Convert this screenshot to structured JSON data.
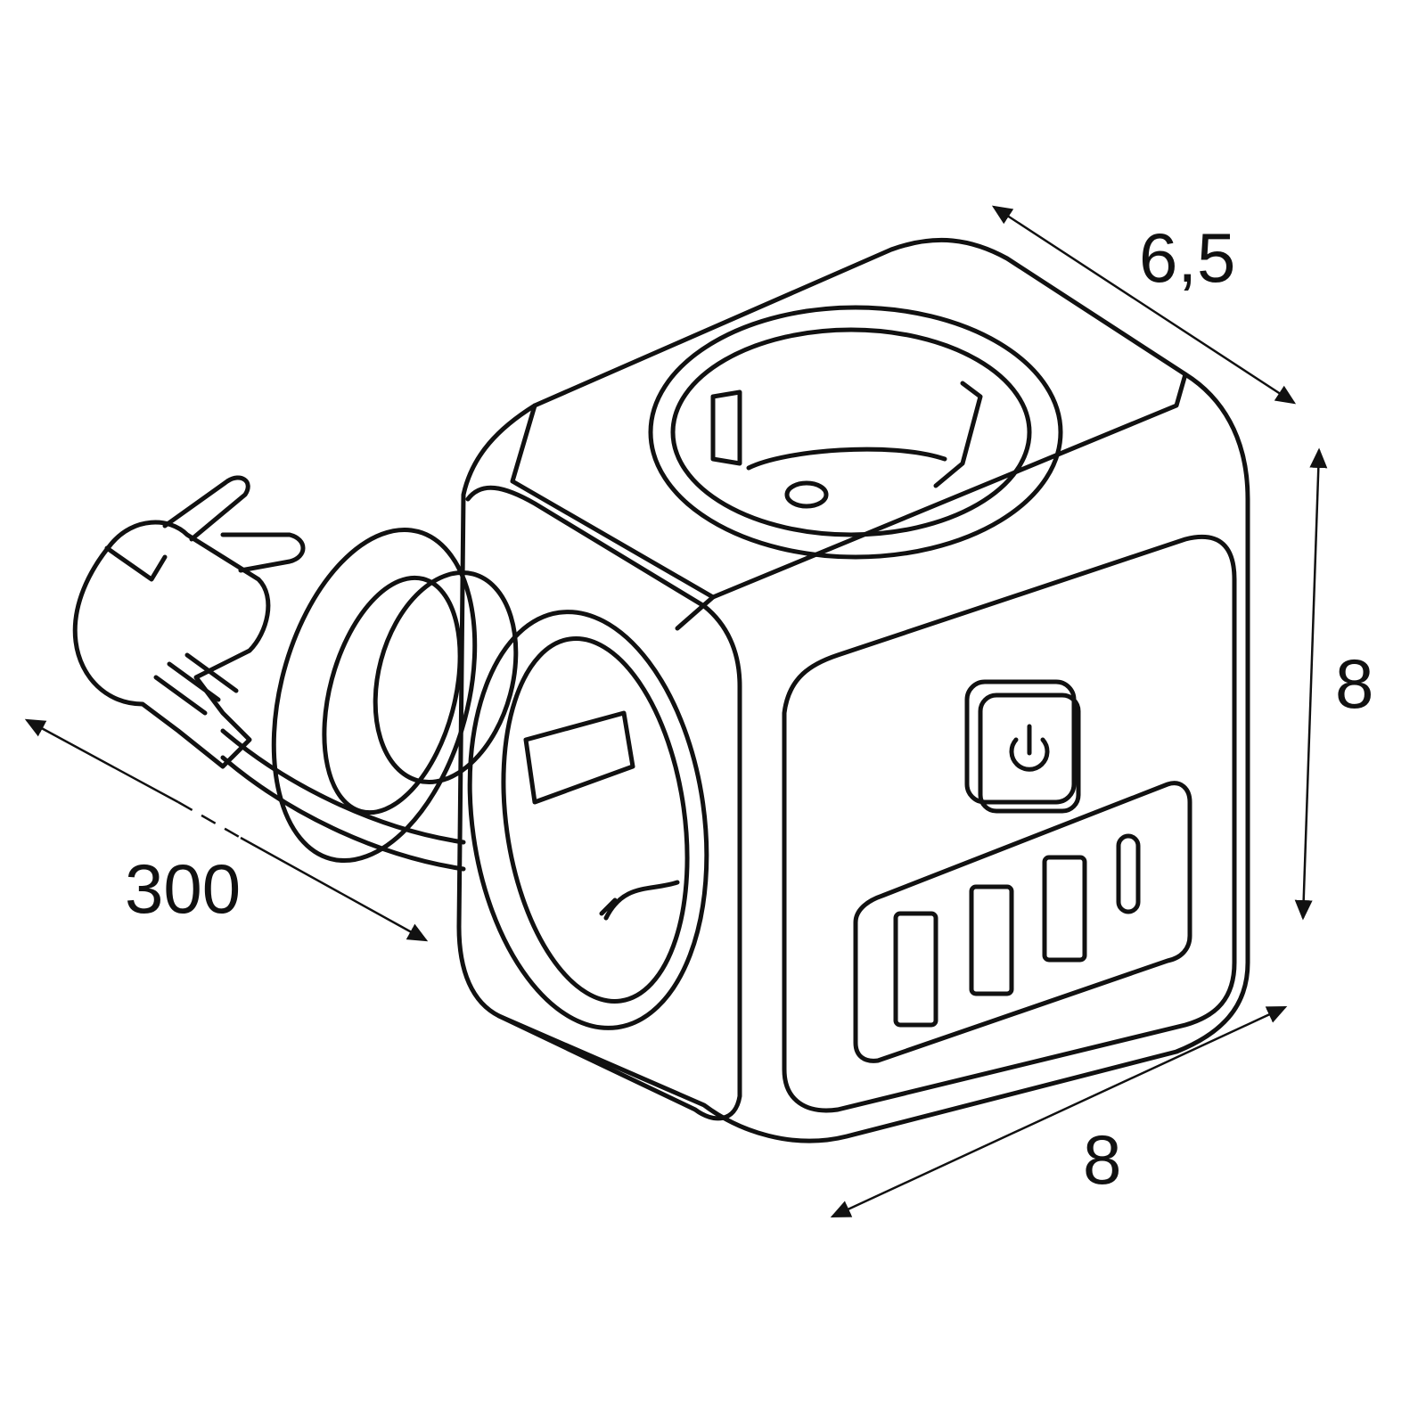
{
  "dimensions": {
    "depth": "6,5",
    "height": "8",
    "width": "8",
    "cable_length": "300"
  },
  "colors": {
    "line": "#111111",
    "background": "#ffffff"
  }
}
